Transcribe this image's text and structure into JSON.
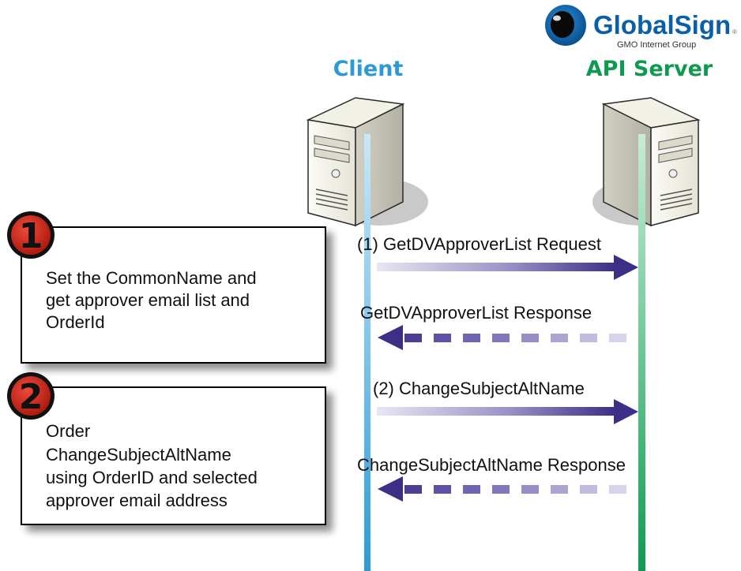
{
  "logo": {
    "name": "GlobalSign",
    "tagline": "GMO Internet Group",
    "registered_mark": "®",
    "color": "#0b5fa8"
  },
  "participants": {
    "client": {
      "label": "Client",
      "color": "#2c9ad6"
    },
    "server": {
      "label": "API Server",
      "color": "#0f9a52"
    }
  },
  "steps": [
    {
      "badge": "1",
      "text_lines": [
        "Set the CommonName and",
        "get approver email list and",
        "OrderId"
      ]
    },
    {
      "badge": "2",
      "text_lines": [
        "Order",
        "ChangeSubjectAltName",
        "using OrderID and selected",
        "approver email address"
      ]
    }
  ],
  "messages": [
    {
      "label": "(1) GetDVApproverList Request",
      "direction": "to-server",
      "style": "solid"
    },
    {
      "label": "GetDVApproverList Response",
      "direction": "to-client",
      "style": "dashed"
    },
    {
      "label": "(2) ChangeSubjectAltName",
      "direction": "to-server",
      "style": "solid"
    },
    {
      "label": "ChangeSubjectAltName Response",
      "direction": "to-client",
      "style": "dashed"
    }
  ],
  "colors": {
    "arrow": "#3c2f86",
    "badge": "#d12a1b",
    "box_border": "#000000"
  }
}
